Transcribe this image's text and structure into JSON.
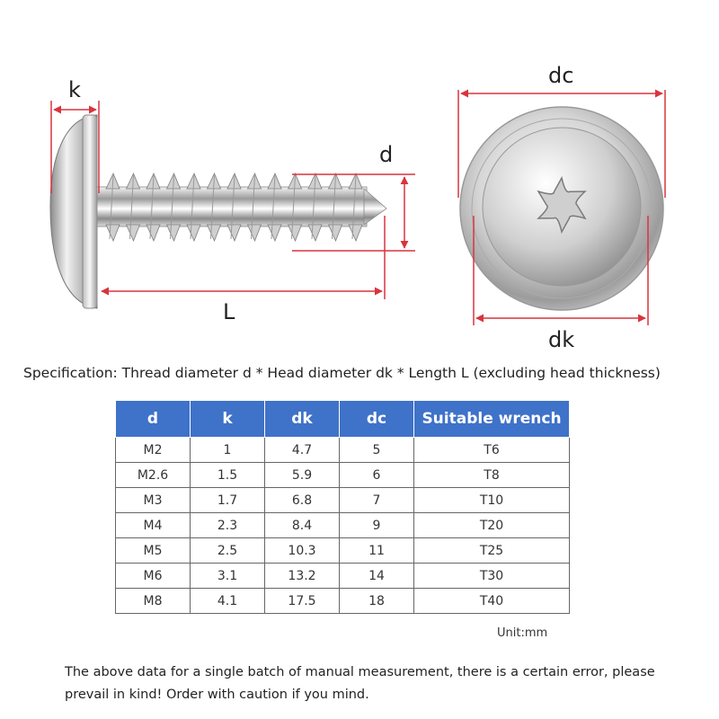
{
  "labels": {
    "k": "k",
    "d": "d",
    "L": "L",
    "dc": "dc",
    "dk": "dk"
  },
  "specification": "Specification: Thread diameter d * Head diameter dk * Length L (excluding head thickness)",
  "table": {
    "headers": [
      "d",
      "k",
      "dk",
      "dc",
      "Suitable wrench"
    ],
    "rows": [
      [
        "M2",
        "1",
        "4.7",
        "5",
        "T6"
      ],
      [
        "M2.6",
        "1.5",
        "5.9",
        "6",
        "T8"
      ],
      [
        "M3",
        "1.7",
        "6.8",
        "7",
        "T10"
      ],
      [
        "M4",
        "2.3",
        "8.4",
        "9",
        "T20"
      ],
      [
        "M5",
        "2.5",
        "10.3",
        "11",
        "T25"
      ],
      [
        "M6",
        "3.1",
        "13.2",
        "14",
        "T30"
      ],
      [
        "M8",
        "4.1",
        "17.5",
        "18",
        "T40"
      ]
    ]
  },
  "unit": "Unit:mm",
  "note": "The above data for a single batch of manual measurement, there is a certain error, please prevail in kind! Order with caution if you mind.",
  "colors": {
    "header_bg": "#3f72c9",
    "dimension_line": "#d8343e",
    "border": "#666666"
  }
}
